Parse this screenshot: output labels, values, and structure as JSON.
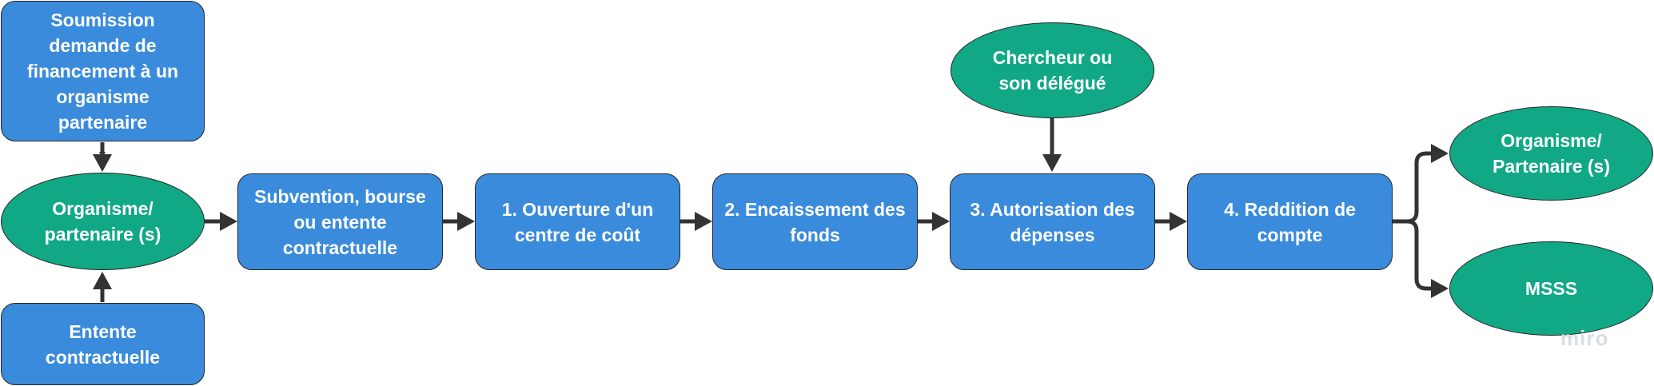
{
  "nodes": {
    "soumission": {
      "label": "Soumission\ndemande de\nfinancement à un\norganisme\npartenaire"
    },
    "organisme_left": {
      "label": "Organisme/\npartenaire (s)"
    },
    "entente": {
      "label": "Entente\ncontractuelle"
    },
    "subvention": {
      "label": "Subvention, bourse\nou entente\ncontractuelle"
    },
    "ouverture": {
      "label": "1. Ouverture d'un\ncentre de coût"
    },
    "encaissement": {
      "label": "2. Encaissement des\nfonds"
    },
    "autorisation": {
      "label": "3. Autorisation des\ndépenses"
    },
    "reddition": {
      "label": "4. Reddition de\ncompte"
    },
    "chercheur": {
      "label": "Chercheur ou\nson délégué"
    },
    "organisme_right": {
      "label": "Organisme/\nPartenaire (s)"
    },
    "msss": {
      "label": "MSSS"
    }
  },
  "watermark": "miro",
  "colors": {
    "process_box": "#3a8bdb",
    "actor_oval": "#11a886",
    "connector": "#333333",
    "text": "#ffffff"
  }
}
